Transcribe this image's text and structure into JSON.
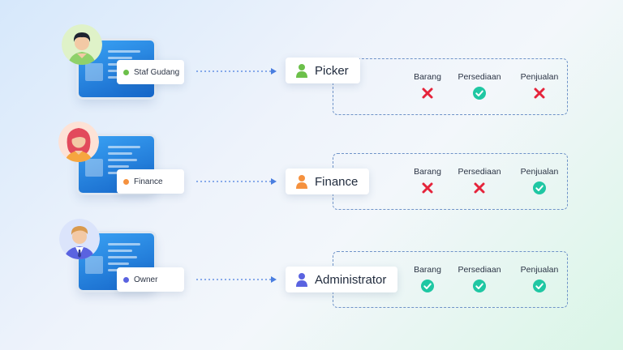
{
  "rows": [
    {
      "employee": {
        "label": "Staf Gudang",
        "dot_color": "#6cc04a",
        "avatar": "man-green-shirt-avatar"
      },
      "role": {
        "label": "Picker",
        "icon_color": "#6cc04a"
      },
      "permissions": [
        {
          "label": "Barang",
          "granted": false
        },
        {
          "label": "Persediaan",
          "granted": true
        },
        {
          "label": "Penjualan",
          "granted": false
        }
      ]
    },
    {
      "employee": {
        "label": "Finance",
        "dot_color": "#f5913e",
        "avatar": "woman-red-hair-avatar"
      },
      "role": {
        "label": "Finance",
        "icon_color": "#f5913e"
      },
      "permissions": [
        {
          "label": "Barang",
          "granted": false
        },
        {
          "label": "Persediaan",
          "granted": false
        },
        {
          "label": "Penjualan",
          "granted": true
        }
      ]
    },
    {
      "employee": {
        "label": "Owner",
        "dot_color": "#5a63e0",
        "avatar": "man-blue-suit-avatar"
      },
      "role": {
        "label": "Administrator",
        "icon_color": "#5a63e0"
      },
      "permissions": [
        {
          "label": "Barang",
          "granted": true
        },
        {
          "label": "Persediaan",
          "granted": true
        },
        {
          "label": "Penjualan",
          "granted": true
        }
      ]
    }
  ],
  "colors": {
    "granted": "#1fc7a3",
    "denied": "#e5243b",
    "arrow": "#4a7ee0"
  }
}
